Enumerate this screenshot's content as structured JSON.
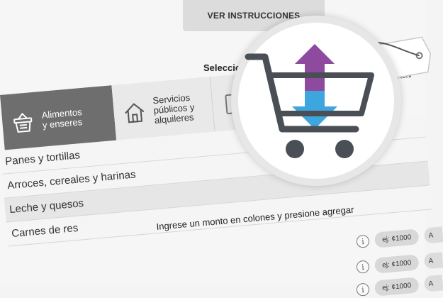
{
  "header": {
    "instructions_button": "VER INSTRUCCIONES",
    "select_label": "Seleccio",
    "right_label": "Reni"
  },
  "tabs": [
    {
      "label_line1": "Alimentos",
      "label_line2": "y enseres",
      "icon": "basket-icon",
      "active": true
    },
    {
      "label_line1": "Servicios",
      "label_line2": "públicos y",
      "label_line3": "alquileres",
      "icon": "house-icon",
      "active": false
    },
    {
      "label_line1": "",
      "icon": "document-icon",
      "active": false
    }
  ],
  "items": [
    {
      "label": "Panes y tortillas"
    },
    {
      "label": "Arroces, cereales y harinas"
    },
    {
      "label": "Leche y quesos"
    },
    {
      "label": "Carnes de res"
    }
  ],
  "prompt": "Ingrese un monto en colones y presione agregar",
  "amount_rows": [
    {
      "placeholder": "ej: ¢1000",
      "add_label": "A"
    },
    {
      "placeholder": "ej: ¢1000",
      "add_label": "A"
    },
    {
      "placeholder": "ej: ¢1000",
      "add_label": "A"
    }
  ],
  "icons": {
    "info": "i",
    "cart": "shopping-cart-icon"
  },
  "colors": {
    "tab_active_bg": "#6e6e6e",
    "arrow_up": "#8e4a9e",
    "arrow_down": "#3ea6de",
    "cart": "#4a4f56"
  }
}
